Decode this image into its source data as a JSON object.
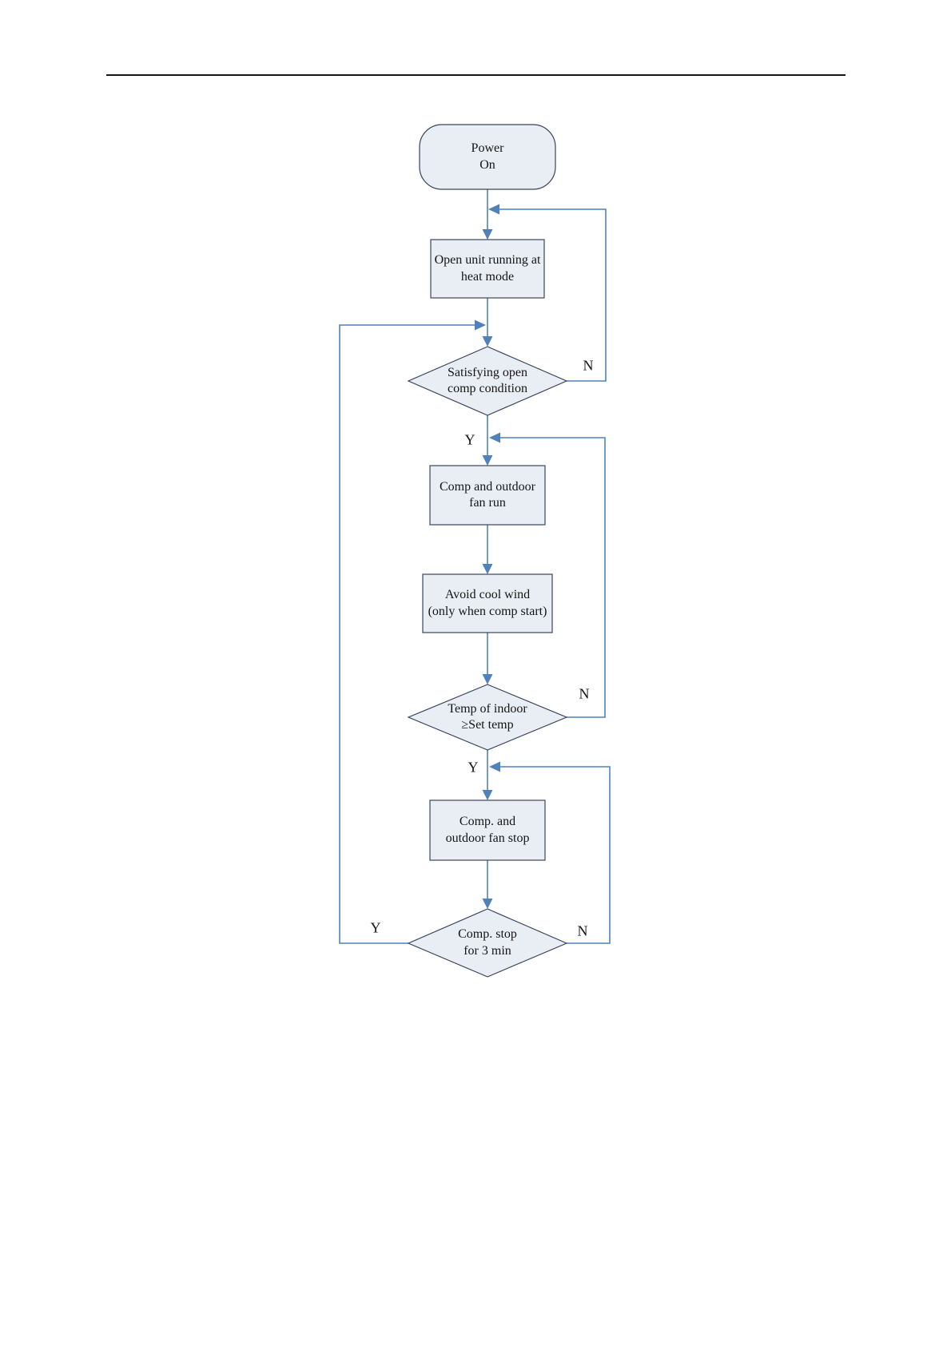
{
  "flowchart": {
    "nodes": {
      "power_on": {
        "shape": "terminator",
        "lines": [
          "Power",
          "On"
        ]
      },
      "open_unit": {
        "shape": "process",
        "lines": [
          "Open unit running at",
          "heat mode"
        ]
      },
      "satisfy_open_comp": {
        "shape": "decision",
        "lines": [
          "Satisfying open",
          "comp condition"
        ]
      },
      "comp_fan_run": {
        "shape": "process",
        "lines": [
          "Comp and outdoor",
          "fan run"
        ]
      },
      "avoid_cool_wind": {
        "shape": "process",
        "lines": [
          "Avoid cool wind",
          "(only when comp start)"
        ]
      },
      "temp_check": {
        "shape": "decision",
        "lines": [
          "Temp of indoor",
          "≥Set temp"
        ]
      },
      "comp_fan_stop": {
        "shape": "process",
        "lines": [
          "Comp. and",
          "outdoor fan stop"
        ]
      },
      "comp_stop_3min": {
        "shape": "decision",
        "lines": [
          "Comp. stop",
          "for 3 min"
        ]
      }
    },
    "branch_labels": {
      "satisfy_open_comp_no": "N",
      "satisfy_open_comp_yes": "Y",
      "temp_check_no": "N",
      "temp_check_yes": "Y",
      "comp_stop_3min_yes": "Y",
      "comp_stop_3min_no": "N"
    },
    "colors": {
      "connector": "#4f81bd",
      "shape_fill": "#e9edf4",
      "shape_border": "#39455c",
      "text": "#151515",
      "header_rule": "#161616"
    }
  }
}
